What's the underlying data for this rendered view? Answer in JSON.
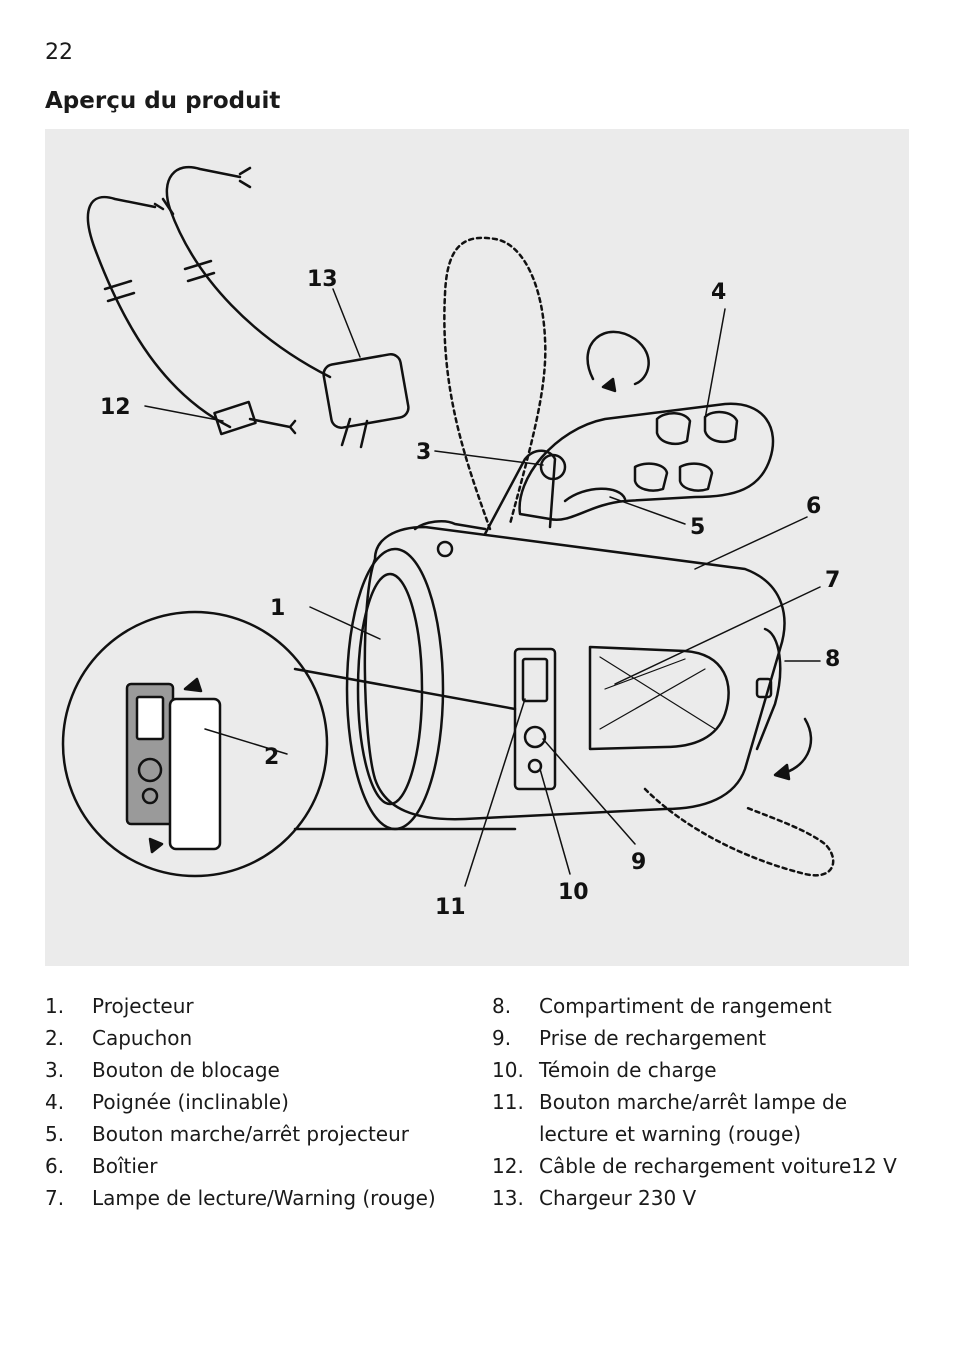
{
  "page": {
    "number": "22",
    "title": "Aperçu du produit"
  },
  "figure": {
    "callouts": [
      "1",
      "2",
      "3",
      "4",
      "5",
      "6",
      "7",
      "8",
      "9",
      "10",
      "11",
      "12",
      "13"
    ]
  },
  "parts_left": [
    {
      "num": "1.",
      "label": "Projecteur"
    },
    {
      "num": "2.",
      "label": "Capuchon"
    },
    {
      "num": "3.",
      "label": "Bouton de blocage"
    },
    {
      "num": "4.",
      "label": "Poignée (inclinable)"
    },
    {
      "num": "5.",
      "label": "Bouton marche/arrêt projecteur"
    },
    {
      "num": "6.",
      "label": "Boîtier"
    },
    {
      "num": "7.",
      "label": "Lampe de lecture/Warning (rouge)"
    }
  ],
  "parts_right": [
    {
      "num": "8.",
      "label": "Compartiment de rangement"
    },
    {
      "num": "9.",
      "label": "Prise de rechargement"
    },
    {
      "num": "10.",
      "label": "Témoin de charge"
    },
    {
      "num": "11.",
      "label": "Bouton marche/arrêt lampe de lecture et warning (rouge)"
    },
    {
      "num": "12.",
      "label": "Câble de rechargement voiture12 V"
    },
    {
      "num": "13.",
      "label": "Chargeur 230 V"
    }
  ]
}
